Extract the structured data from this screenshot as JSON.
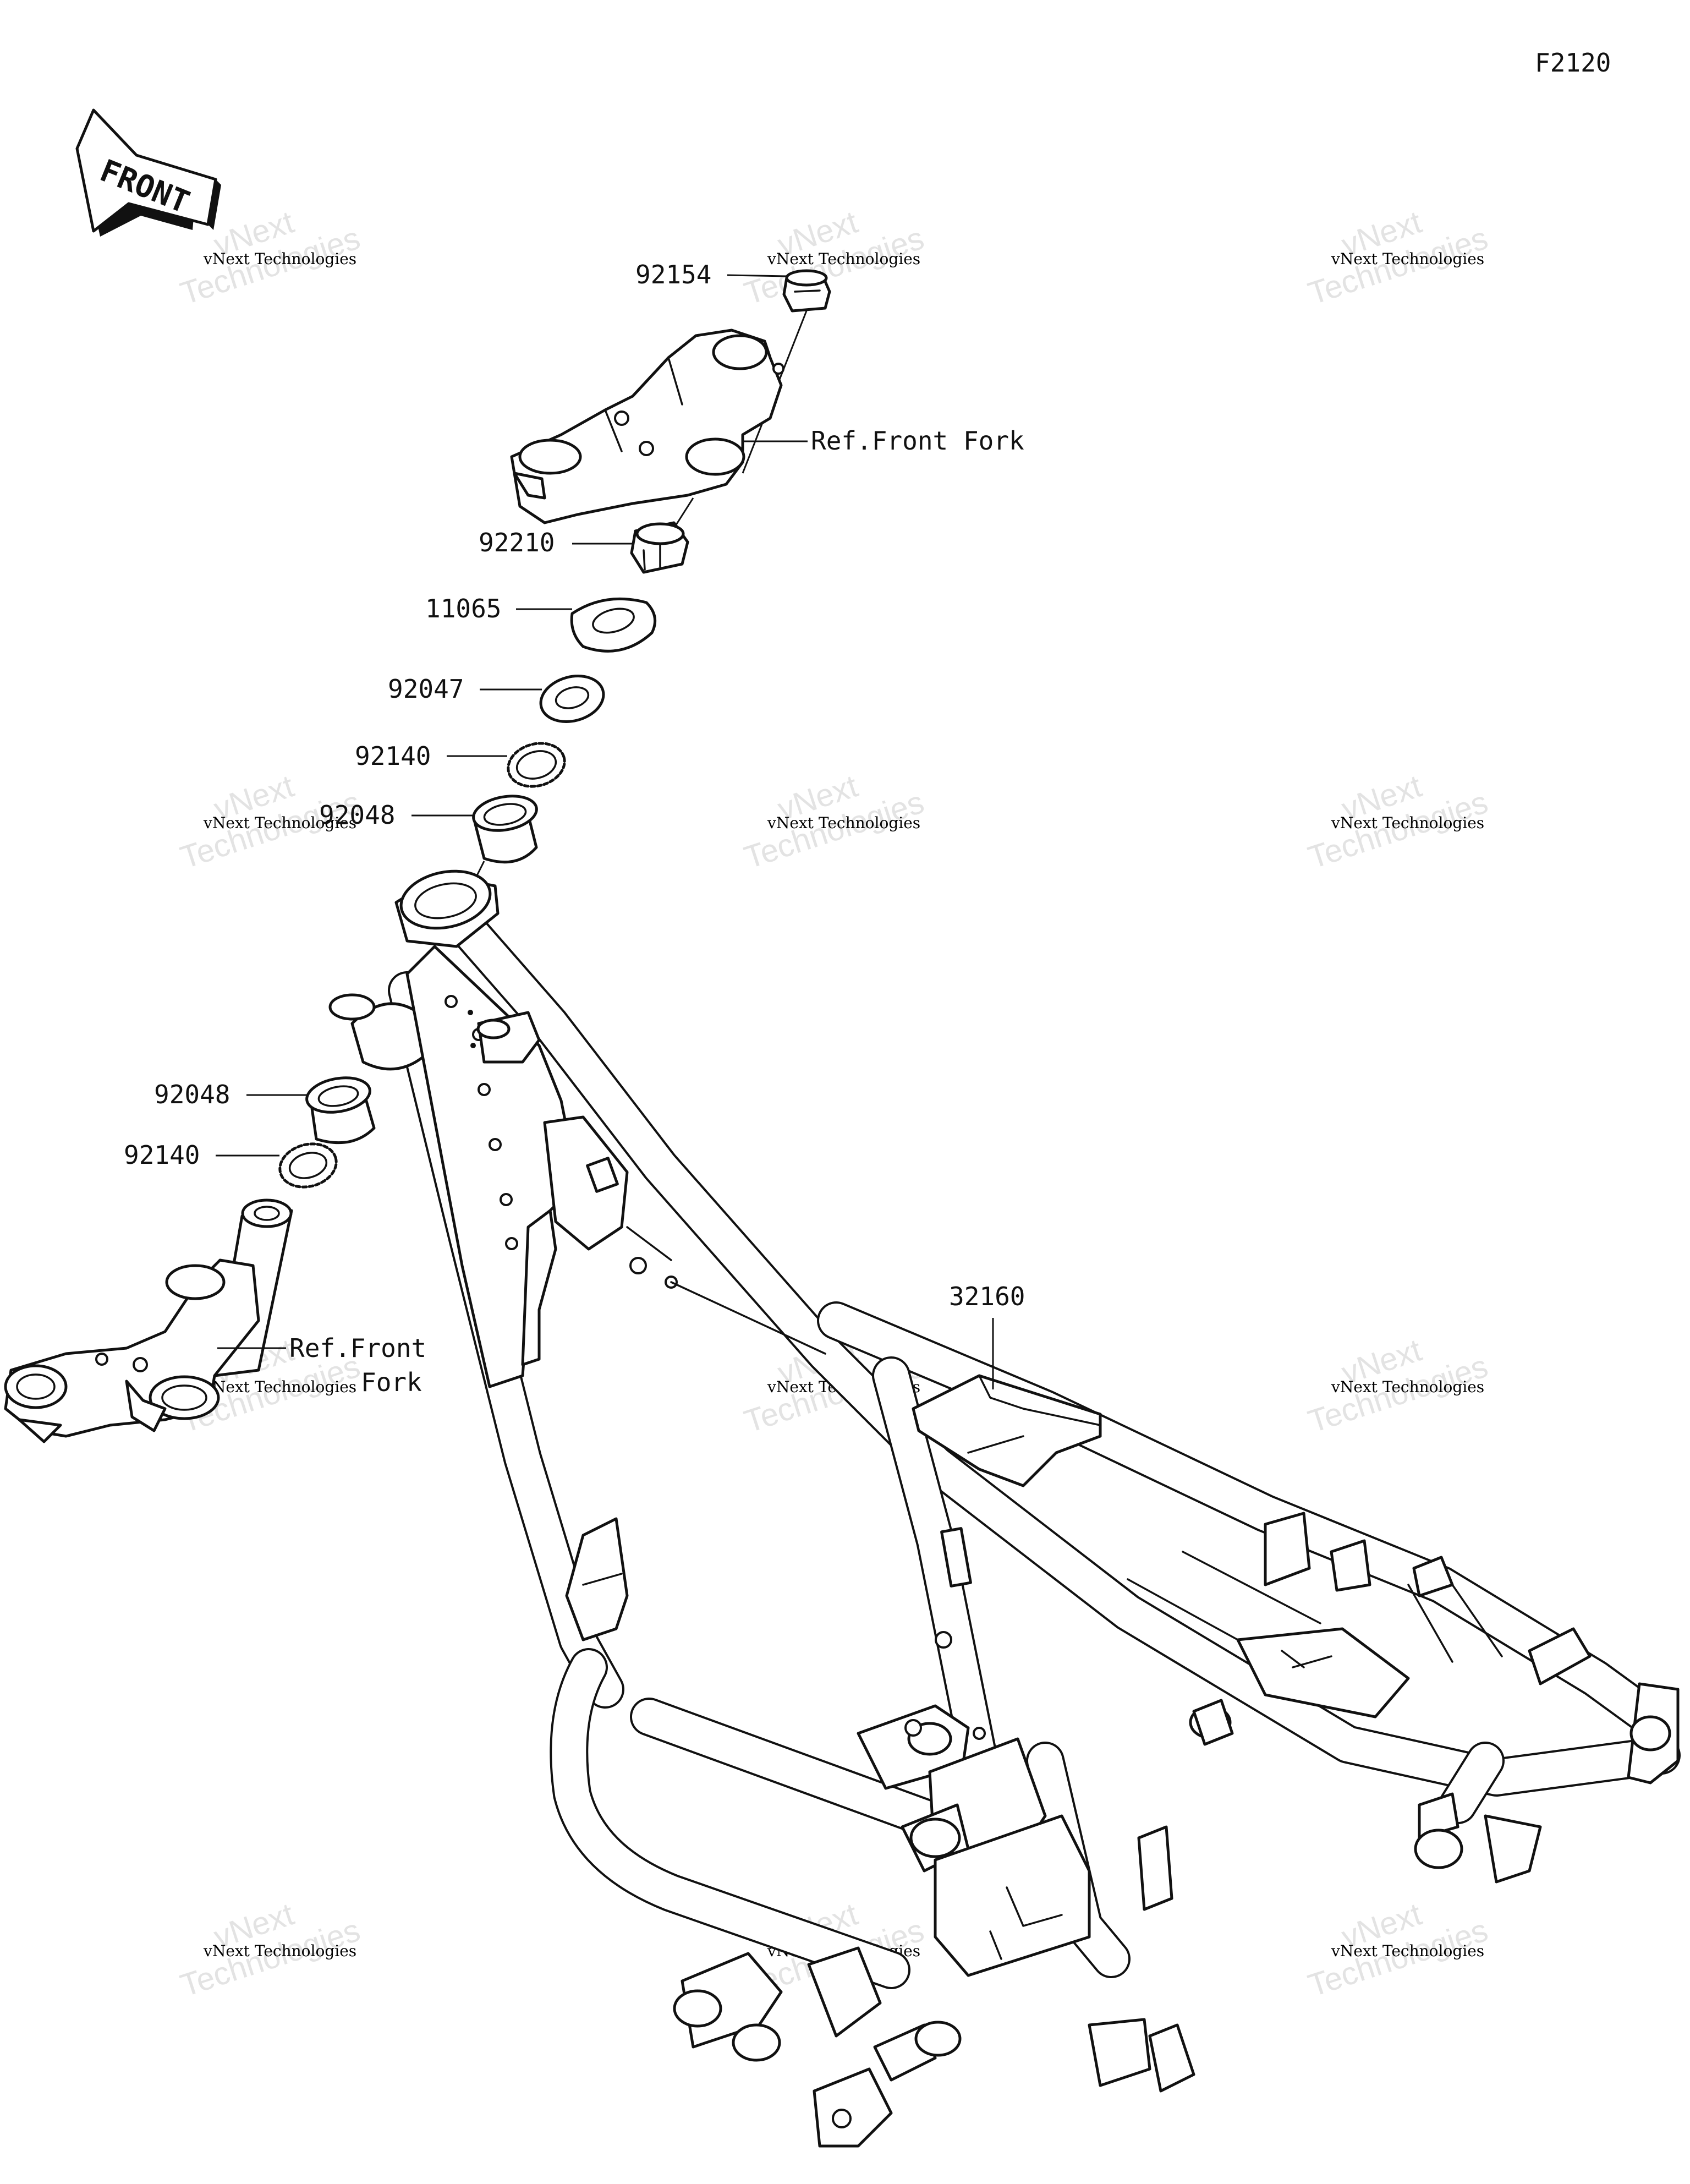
{
  "diagram_code": "F2120",
  "front_label": "FRONT",
  "watermark": {
    "line1": "vNext Technologies",
    "line2": "Technologies",
    "overlay": "vNext"
  },
  "callouts": {
    "p92154": "92154",
    "ref_front_fork_upper": "Ref.Front Fork",
    "p92210": "92210",
    "p11065": "11065",
    "p92047": "92047",
    "p92140_upper": "92140",
    "p92048_upper": "92048",
    "p92048_lower": "92048",
    "p92140_lower": "92140",
    "ref_front_fork_lower_1": "Ref.Front",
    "ref_front_fork_lower_2": "Fork",
    "p32160": "32160"
  }
}
